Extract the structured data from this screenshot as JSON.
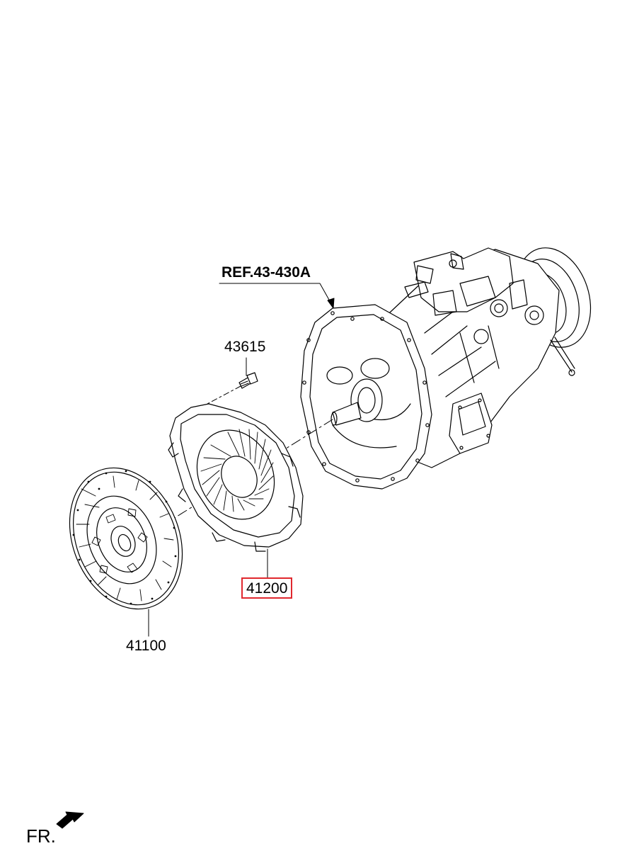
{
  "diagram": {
    "ref_label": "REF.43-430A",
    "parts": [
      {
        "number": "43615",
        "name": "bolt",
        "highlighted": false
      },
      {
        "number": "41200",
        "name": "clutch cover",
        "highlighted": true
      },
      {
        "number": "41100",
        "name": "clutch disc",
        "highlighted": false
      }
    ],
    "direction_label": "FR.",
    "highlight_color": "#e0282e"
  }
}
